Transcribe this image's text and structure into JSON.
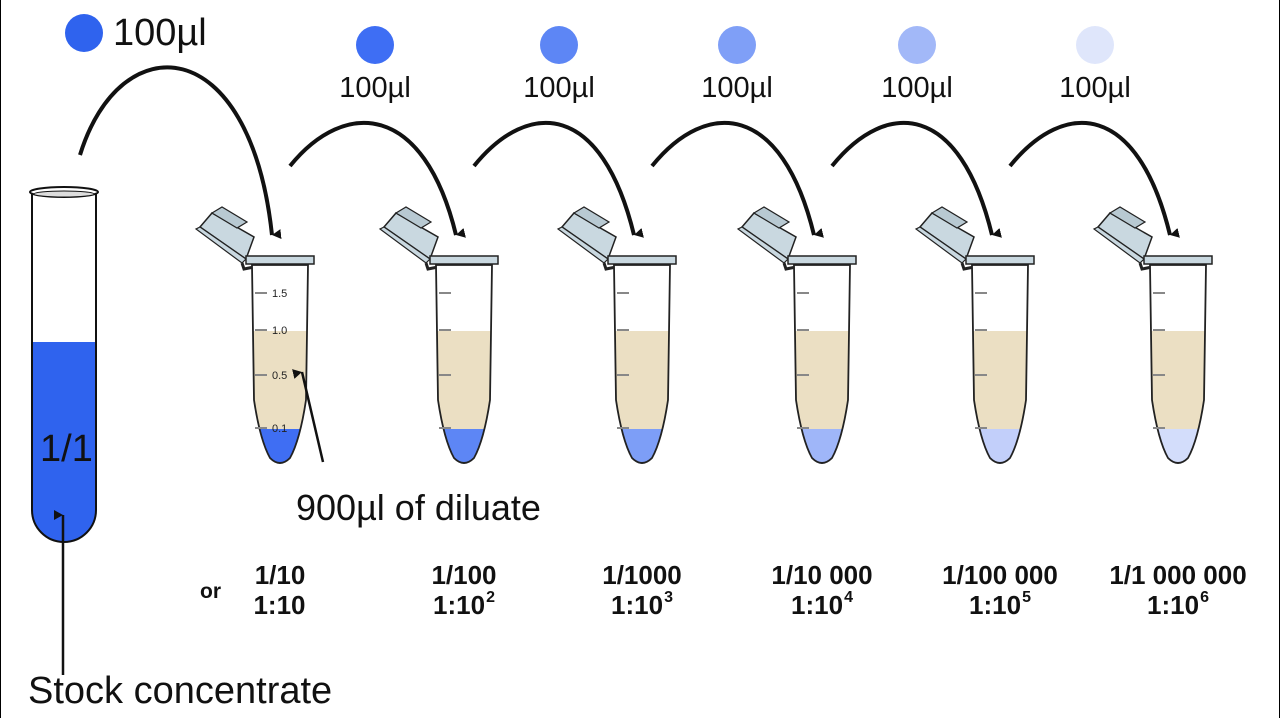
{
  "stock": {
    "label": "Stock concentrate",
    "ratio": "1/1",
    "transfer_volume": "100µl",
    "color": "#2f63ee"
  },
  "diluent_label": "900µl of diluate",
  "or_label": "or",
  "graduations": [
    "1.5",
    "1.0",
    "0.5",
    "0.1"
  ],
  "colors": {
    "diluent": "#ebdfc3",
    "arrow": "#111111",
    "cap": "#c9d8e0"
  },
  "tubes": [
    {
      "transfer_volume": "100µl",
      "fraction": "1/10",
      "ratio_base": "1:10",
      "ratio_exp": "",
      "color": "#3f6ef3",
      "drop_color": "#3e6ef4"
    },
    {
      "transfer_volume": "100µl",
      "fraction": "1/100",
      "ratio_base": "1:10",
      "ratio_exp": "2",
      "color": "#5d86f5",
      "drop_color": "#5d86f5"
    },
    {
      "transfer_volume": "100µl",
      "fraction": "1/1000",
      "ratio_base": "1:10",
      "ratio_exp": "3",
      "color": "#7d9ef7",
      "drop_color": "#7f9ff7"
    },
    {
      "transfer_volume": "100µl",
      "fraction": "1/10 000",
      "ratio_base": "1:10",
      "ratio_exp": "4",
      "color": "#9fb6f9",
      "drop_color": "#a2b8f8"
    },
    {
      "transfer_volume": "100µl",
      "fraction": "1/100 000",
      "ratio_base": "1:10",
      "ratio_exp": "5",
      "color": "#c2cffa",
      "drop_color": "#dfe6fb"
    },
    {
      "transfer_volume": "",
      "fraction": "1/1 000 000",
      "ratio_base": "1:10",
      "ratio_exp": "6",
      "color": "#d3ddfb",
      "drop_color": "#e3e9fc"
    }
  ]
}
